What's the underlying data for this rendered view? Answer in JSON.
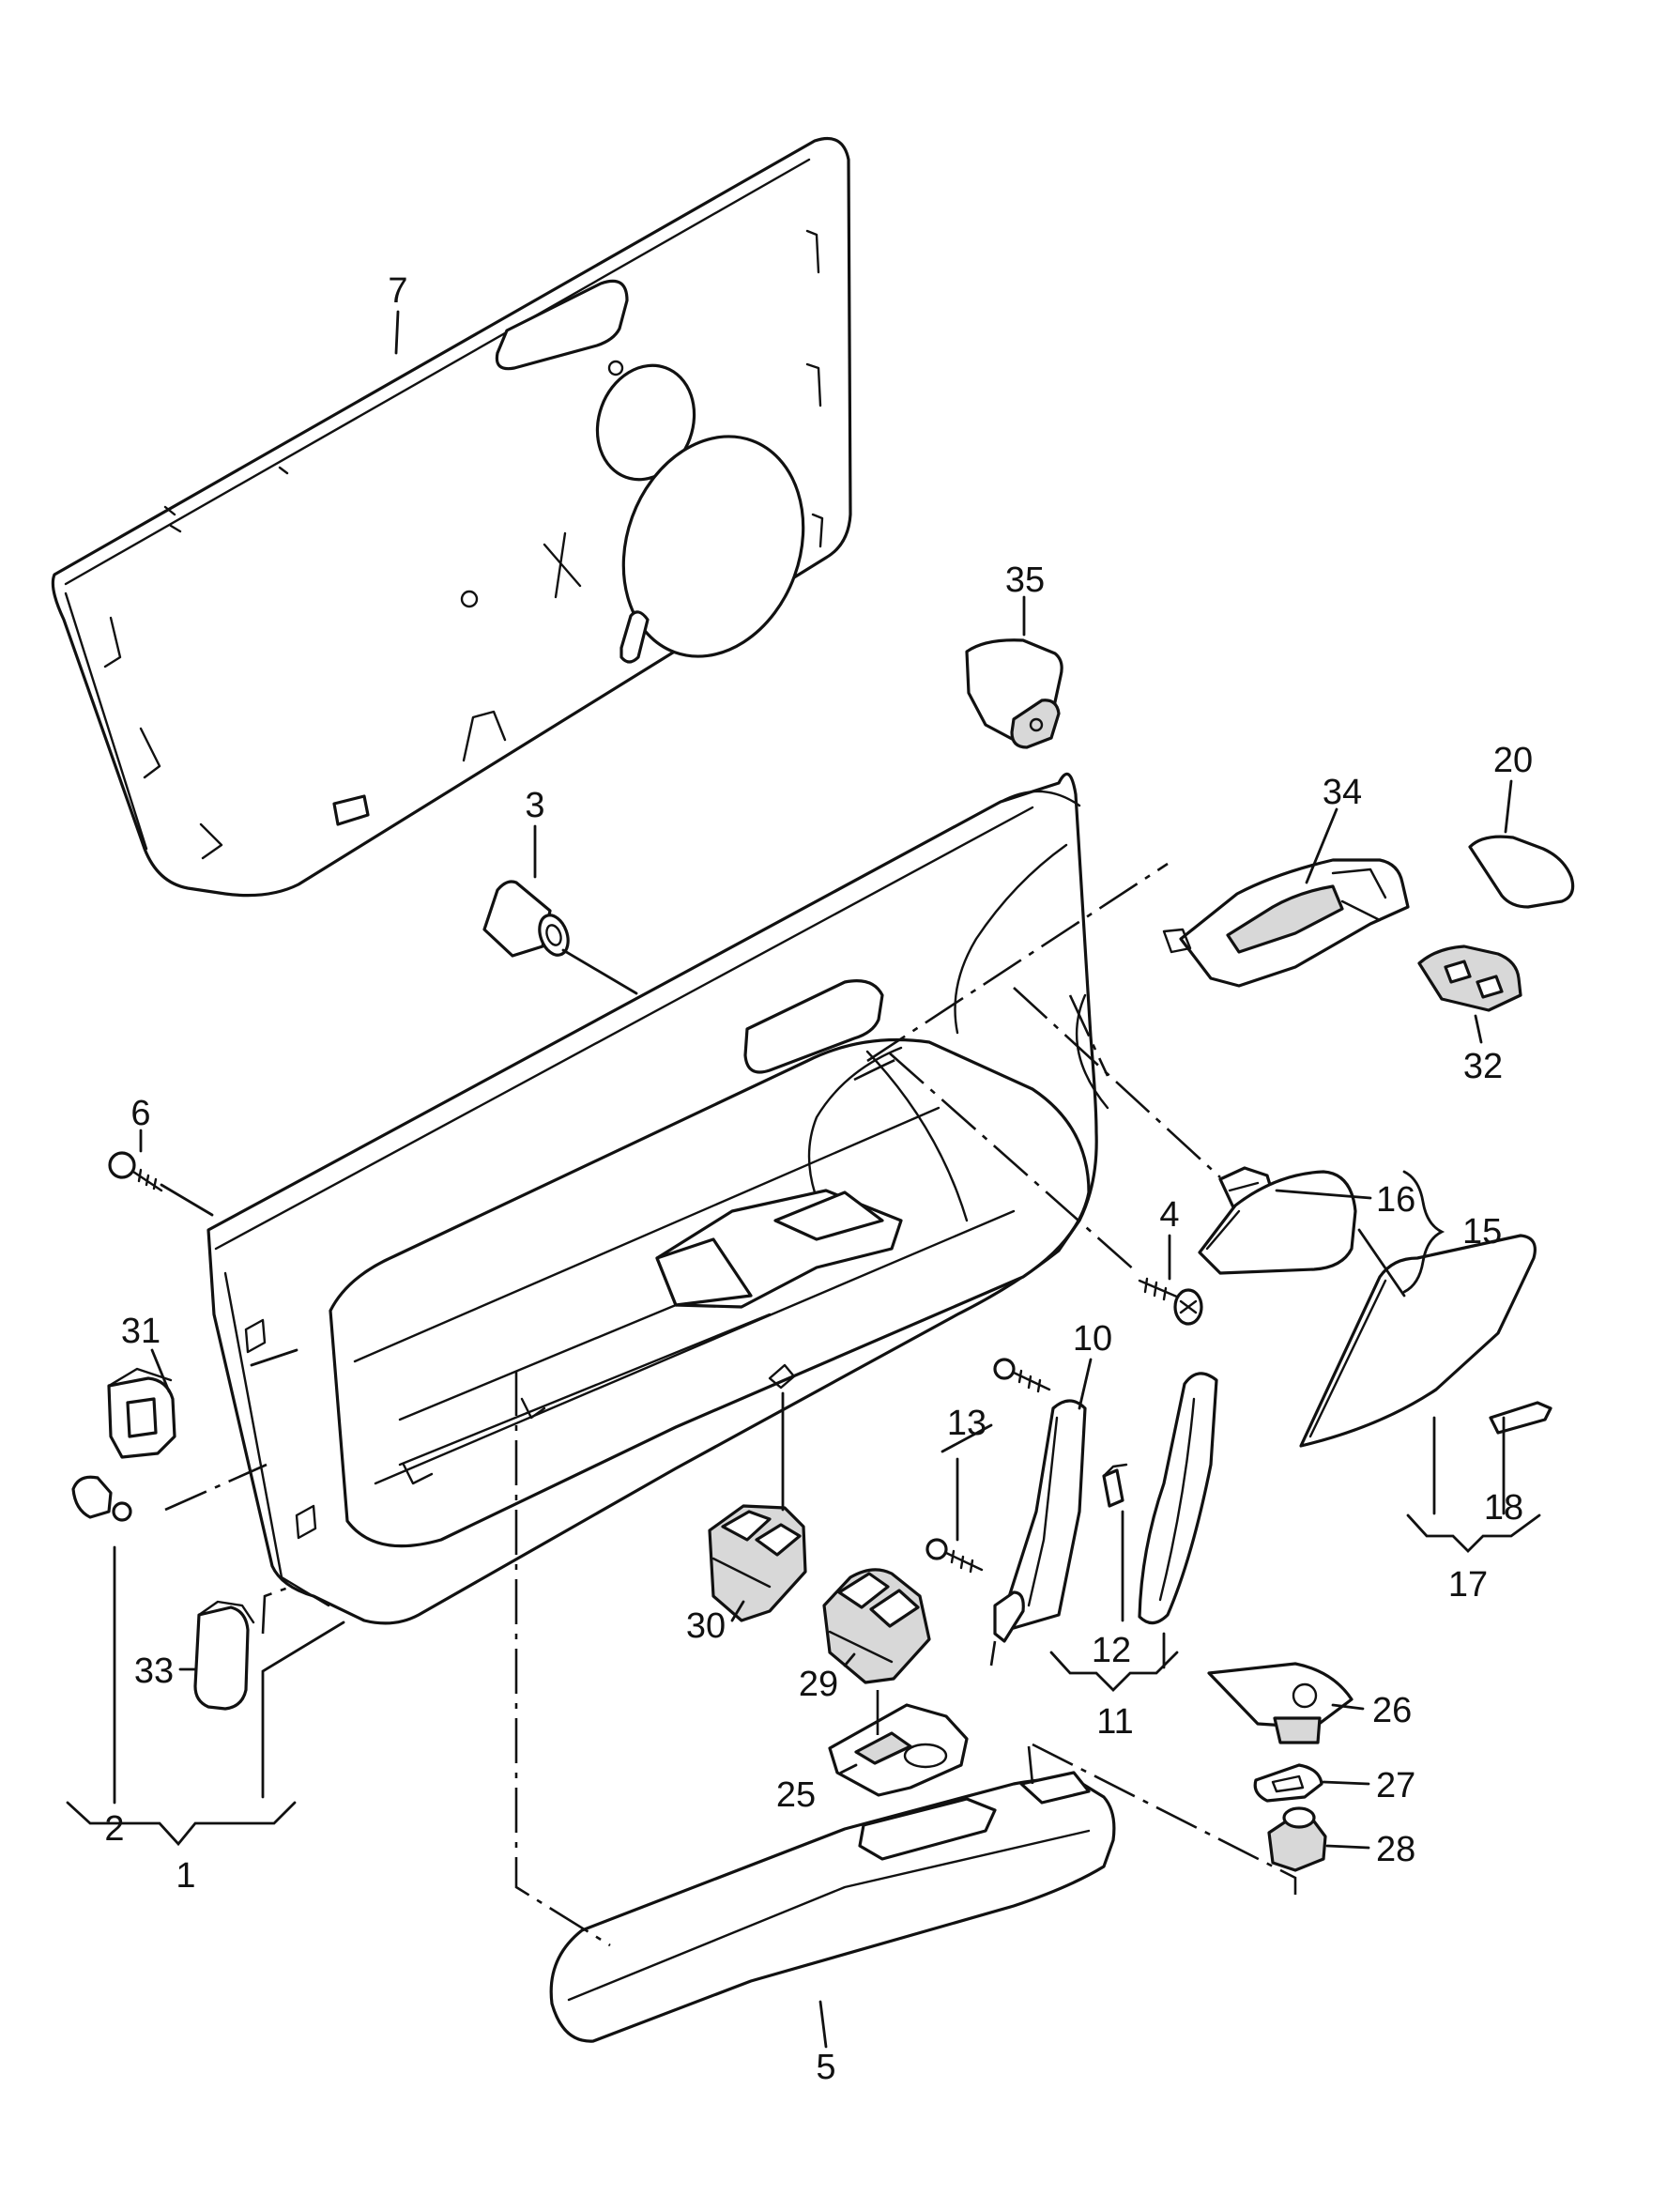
{
  "callouts": {
    "c1": "1",
    "c2": "2",
    "c3": "3",
    "c4": "4",
    "c5": "5",
    "c6": "6",
    "c7": "7",
    "c10": "10",
    "c11": "11",
    "c12": "12",
    "c13": "13",
    "c15": "15",
    "c16": "16",
    "c17": "17",
    "c18": "18",
    "c20": "20",
    "c25": "25",
    "c26": "26",
    "c27": "27",
    "c28": "28",
    "c29": "29",
    "c30": "30",
    "c31": "31",
    "c32": "32",
    "c33": "33",
    "c34": "34",
    "c35": "35"
  }
}
